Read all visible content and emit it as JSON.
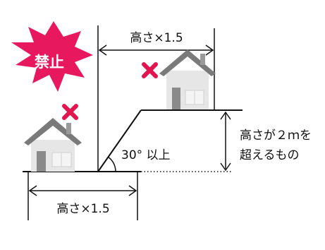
{
  "badge": {
    "text": "禁止",
    "color": "#e8185f"
  },
  "labels": {
    "top_distance": "高さ×1.5",
    "bottom_distance": "高さ×1.5",
    "angle": "30° 以上",
    "height_line1": "高さが２ｍを",
    "height_line2": "超えるもの"
  },
  "marks": {
    "cross_color": "#e3154f"
  },
  "colors": {
    "house_wall": "#e6e6e6",
    "house_roof": "#7a7a7a",
    "house_door": "#8a8a8a",
    "line": "#111111"
  }
}
